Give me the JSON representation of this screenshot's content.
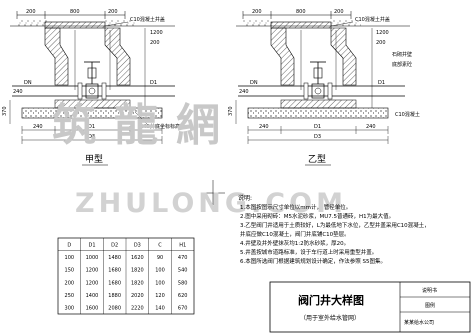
{
  "drawing": {
    "left": {
      "dims_top": [
        "200",
        "800",
        "200"
      ],
      "cover_label": "C10混凝土井盖",
      "side_labels": [
        "1200",
        "200"
      ],
      "pipe_labels": [
        "DN",
        "D1"
      ],
      "dims_bottom": [
        "240",
        "D1",
        "240",
        "D3"
      ],
      "side_dims": [
        "370",
        "240"
      ],
      "note_label": "井底坐标标高",
      "caption": "甲型"
    },
    "right": {
      "dims_top": [
        "200",
        "800",
        "200"
      ],
      "cover_label": "C10混凝土井盖",
      "side_labels": [
        "1200",
        "200",
        "石砌井壁",
        "底部素砼"
      ],
      "pipe_labels": [
        "DN",
        "D1"
      ],
      "dims_bottom": [
        "240",
        "D1",
        "240",
        "D3"
      ],
      "side_dims": [
        "370",
        "240"
      ],
      "note_label": "C10混凝土",
      "caption": "乙型"
    }
  },
  "watermark": {
    "cn": "筑龍網",
    "en": "ZHULONG.COM"
  },
  "notes": {
    "heading": "说明:",
    "lines": [
      "1.本图按图示尺寸单位以mm计，  管径单位。",
      "2.图中采用砌砖：M5水泥砂浆，MU7.5普通砖，H1为最大值。",
      "3.乙型阀门井适用于土质较好，L为最低地下水位，乙型井盖采用C10混凝土，",
      "  井底应做C10混凝土，阀门井底铺C10垫层。",
      "4.井壁及井外壁抹灰均1:2防水砂浆，厚20。",
      "5.井盖按城市道路标准，设于车行道上时采用重型井盖。",
      "6.本图所选阀门根据建筑规划设计确定，作法参照    S5图集。"
    ]
  },
  "table": {
    "headers": [
      "D",
      "D1",
      "D2",
      "D3",
      "C",
      "H1"
    ],
    "rows": [
      [
        "D",
        "D1",
        "D2",
        "D3",
        "C",
        "H1"
      ],
      [
        "100",
        "1000",
        "1480",
        "1620",
        "90",
        "470"
      ],
      [
        "150",
        "1200",
        "1680",
        "1820",
        "100",
        "540"
      ],
      [
        "200",
        "1200",
        "1680",
        "1820",
        "100",
        "580"
      ],
      [
        "250",
        "1400",
        "1880",
        "2020",
        "120",
        "620"
      ],
      [
        "300",
        "1600",
        "2080",
        "2220",
        "140",
        "670"
      ]
    ]
  },
  "title_block": {
    "title": "阀门井大样图",
    "subtitle": "（用于室外给水管网）",
    "legend": [
      "说明书",
      "图例",
      "某某给水公司"
    ]
  }
}
